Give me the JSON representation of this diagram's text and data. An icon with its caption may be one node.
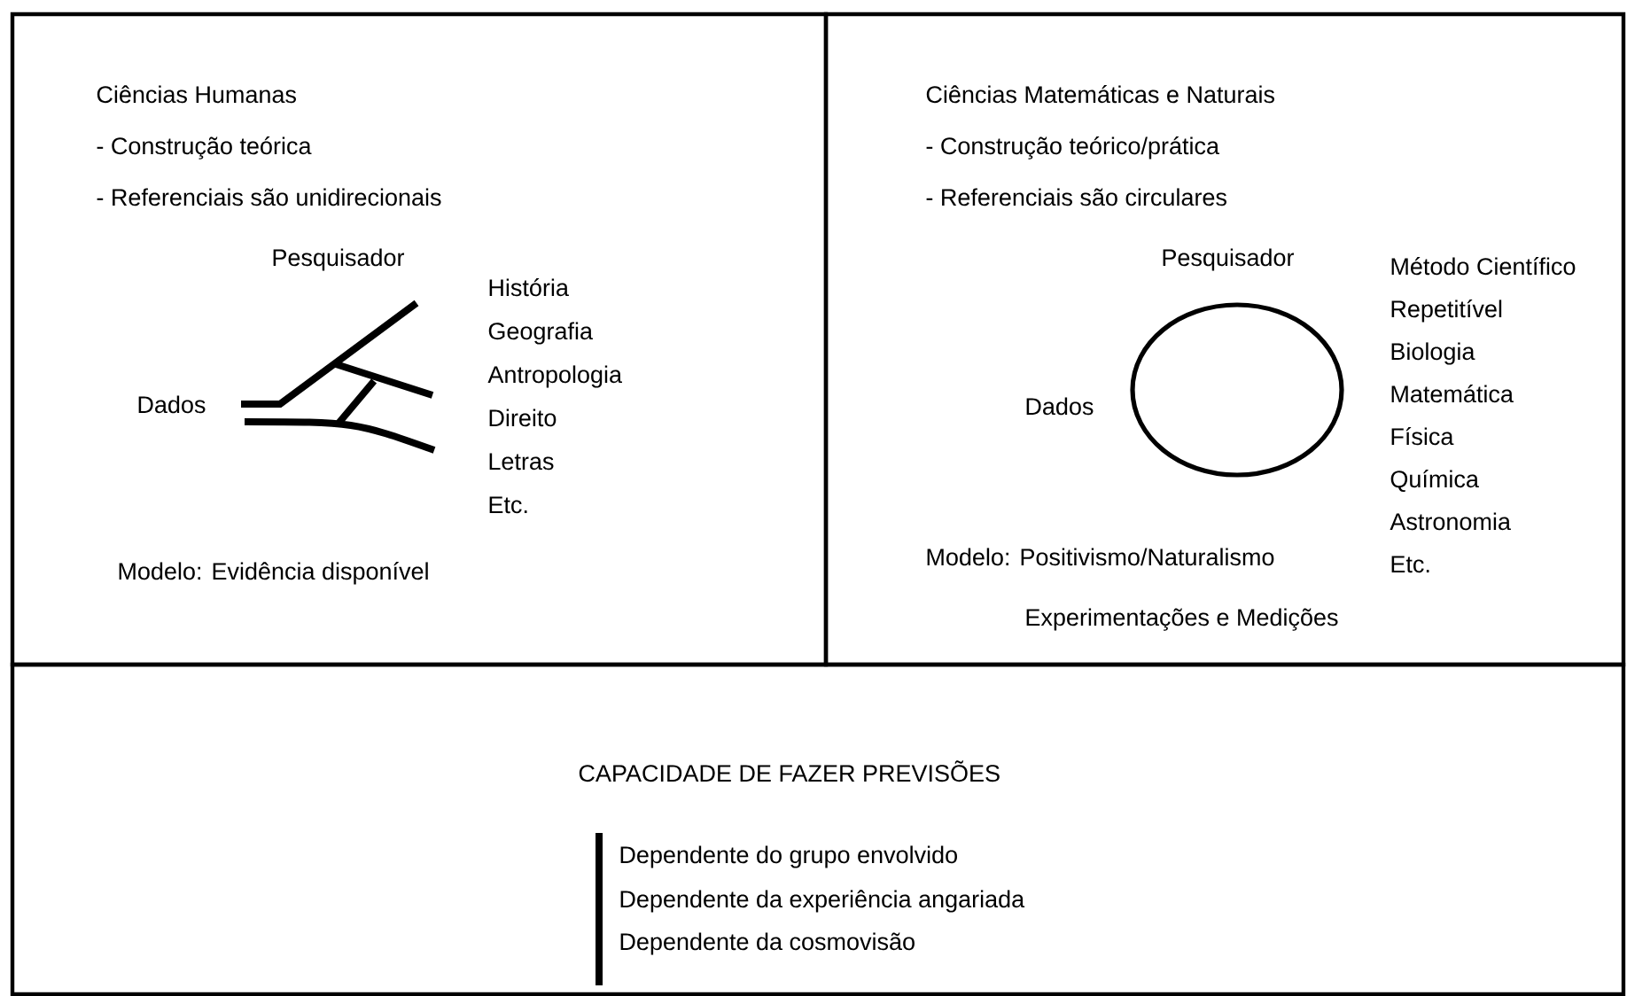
{
  "diagram": {
    "nodes": [
      {
        "text": [
          "Ciências Humanas",
          "- Construção teórica",
          "- Referenciais são unidirecionais",
          "Pesquisador",
          "Dados",
          "História",
          "Geografia",
          "Antropologia",
          "Direito",
          "Letras",
          "Etc.",
          "Modelo: Evidência disponível"
        ]
      },
      {
        "text": [
          "Ciências Matemáticas e Naturais",
          "- Construção teórico/prática",
          "- Referenciais são circulares",
          "Pesquisador",
          "Dados",
          "Método Científico",
          "Repetitível",
          "Biologia",
          "Matemática",
          "Física",
          "Química",
          "Astronomia",
          "Etc.",
          "Modelo: Positivismo/Naturalismo",
          "Experimentações e Medições"
        ]
      },
      {
        "text": [],
        "shape": "circle",
        "in": 1
      },
      {
        "text": [
          "CAPACIDADE DE FAZER PREVISÕES",
          "Dependente do grupo envolvido",
          "Dependente da experiência angariada",
          "Dependente da cosmovisão"
        ]
      }
    ]
  }
}
